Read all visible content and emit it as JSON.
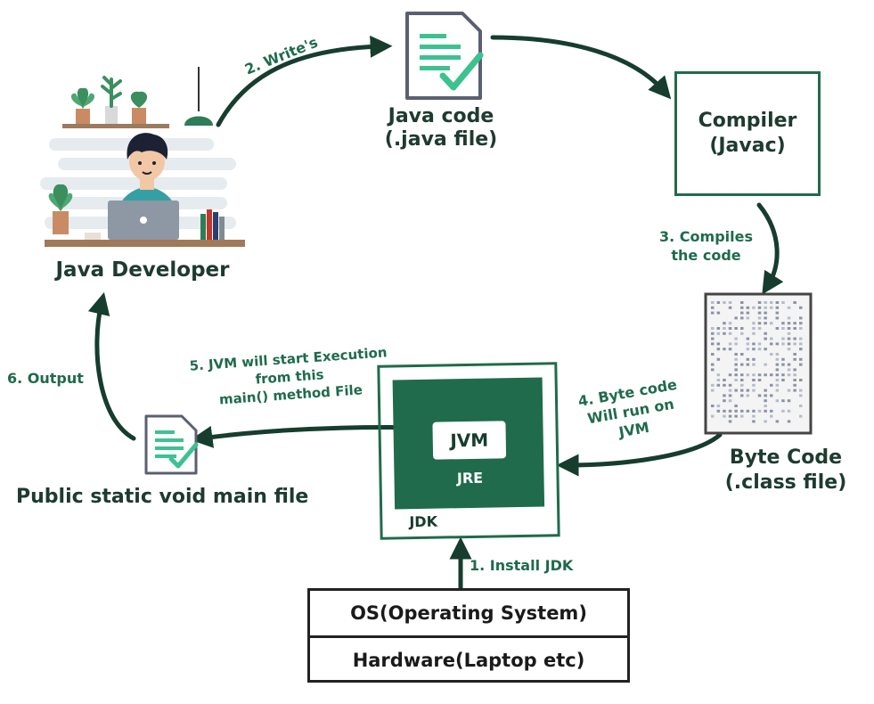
{
  "colors": {
    "accent": "#1f6b4c",
    "dark": "#163d2d",
    "doc_outline": "#5b5f72",
    "check": "#3cc28f"
  },
  "developer": {
    "label": "Java Developer"
  },
  "java_code": {
    "line1": "Java code",
    "line2": "(.java file)"
  },
  "compiler": {
    "line1": "Compiler",
    "line2": "(Javac)"
  },
  "byte_code": {
    "line1": "Byte Code",
    "line2": "(.class file)"
  },
  "steps": {
    "s1": "1. Install JDK",
    "s2": "2. Write's",
    "s3_line1": "3. Compiles",
    "s3_line2": "the code",
    "s4_line1": "4. Byte code",
    "s4_line2": "Will run on",
    "s4_line3": "JVM",
    "s5_line1": "5. JVM will start Execution",
    "s5_line2": "from this",
    "s5_line3": "main() method File",
    "s6": "6. Output"
  },
  "jdk": {
    "jvm": "JVM",
    "jre": "JRE",
    "jdk": "JDK"
  },
  "main_file": {
    "label": "Public static void main file"
  },
  "os_stack": {
    "os": "OS(Operating System)",
    "hardware": "Hardware(Laptop etc)"
  },
  "icons": [
    "java-code-document-icon",
    "main-file-document-icon",
    "bytecode-document-icon",
    "developer-illustration"
  ]
}
